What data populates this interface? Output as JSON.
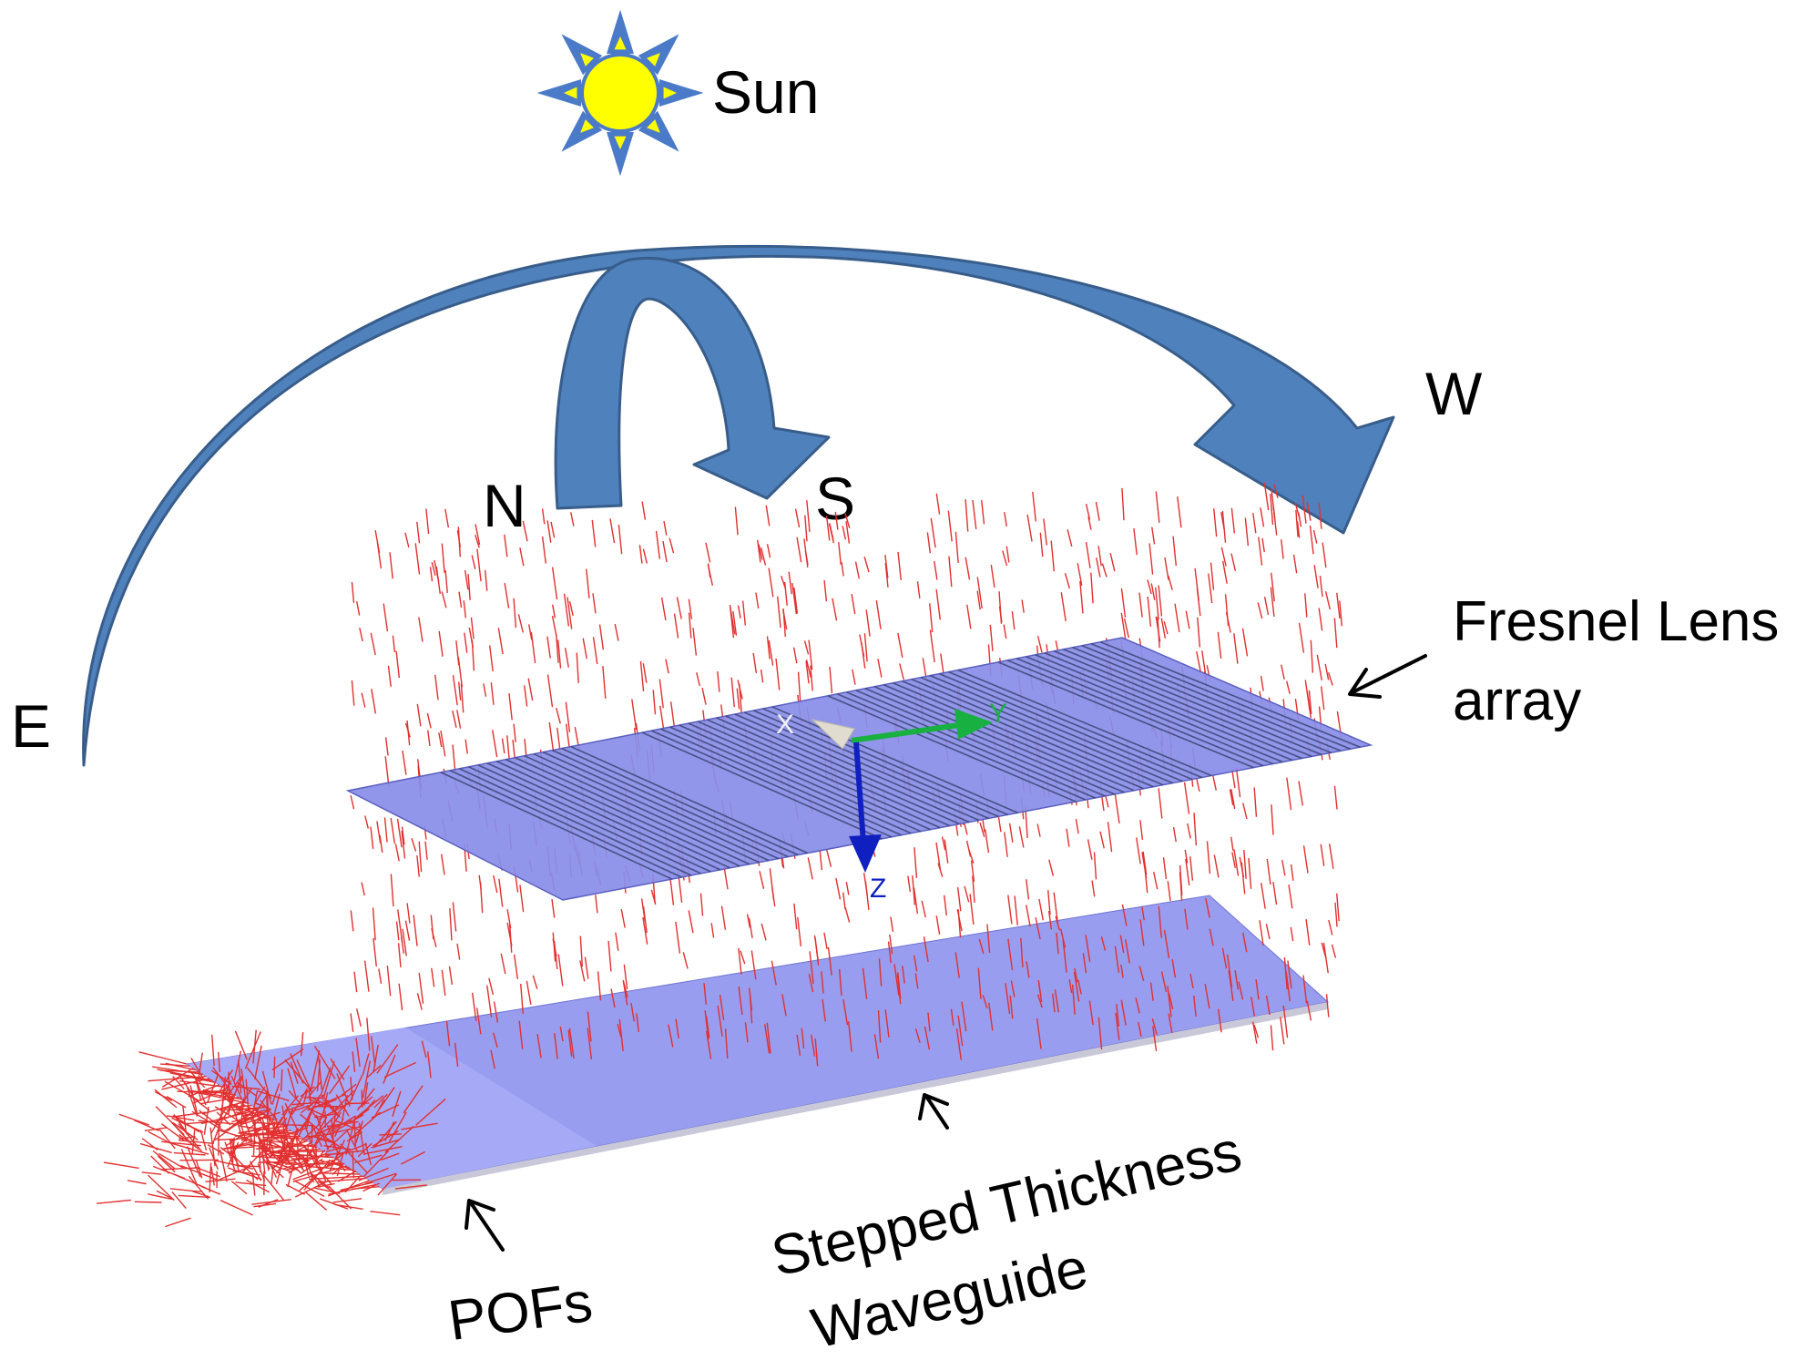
{
  "labels": {
    "sun": "Sun",
    "east": "E",
    "north": "N",
    "south": "S",
    "west": "W",
    "fresnel_line1": "Fresnel Lens",
    "fresnel_line2": "array",
    "waveguide_line1": "Stepped Thickness",
    "waveguide_line2": "Waveguide",
    "pofs": "POFs"
  },
  "axes": {
    "x": "X",
    "y": "Y",
    "z": "Z"
  },
  "colors": {
    "arrow_fill": "#4f81bd",
    "arrow_edge": "#385d8a",
    "sun_fill": "#ffff00",
    "sun_ray": "#4a7ac8",
    "sun_ray_inner": "#ffff00",
    "lens_fill": "#8a8ee8",
    "lens_groove": "#3a4470",
    "waveguide_fill": "#8f95ef",
    "ray": "#e23030",
    "axis_x": "#e0ddd0",
    "axis_y": "#18b040",
    "axis_z": "#1020c0"
  },
  "icons": {
    "sun": "sun-icon",
    "ew_arrow": "east-west-curved-arrow",
    "ns_arrow": "north-south-curved-arrow",
    "pointer": "pointer-arrow-icon"
  }
}
